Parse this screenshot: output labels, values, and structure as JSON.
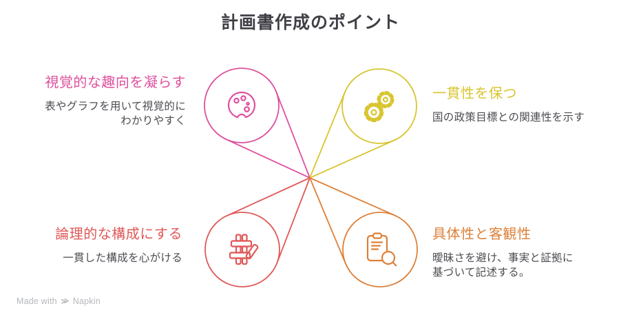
{
  "title": "計画書作成のポイント",
  "colors": {
    "pink": "#de4f9d",
    "yellow": "#d8c52f",
    "red": "#e05858",
    "orange": "#dd8038",
    "title_text": "#3f3f46",
    "body_text": "#4c4c52",
    "watermark": "#b4b7bb"
  },
  "nodes": [
    {
      "id": "visual-device",
      "position": "top-left",
      "heading": "視覚的な趣向を凝らす",
      "body": "表やグラフを用いて視覚的に\nわかりやすく",
      "color": "#de4f9d",
      "icon": "palette-icon"
    },
    {
      "id": "consistency",
      "position": "top-right",
      "heading": "一貫性を保つ",
      "body": "国の政策目標との関連性を示す",
      "color": "#d8c52f",
      "icon": "gears-icon"
    },
    {
      "id": "logical-structure",
      "position": "bottom-left",
      "heading": "論理的な構成にする",
      "body": "一貫した構成を心がける",
      "color": "#e05858",
      "icon": "building-blocks-icon"
    },
    {
      "id": "concreteness-objectivity",
      "position": "bottom-right",
      "heading": "具体性と客観性",
      "body": "曖昧さを避け、事実と証拠に\n基づいて記述する。",
      "color": "#dd8038",
      "icon": "clipboard-search-icon"
    }
  ],
  "watermark": {
    "prefix": "Made with",
    "brand": "Napkin",
    "logo_icon": "napkin-logo-icon"
  }
}
